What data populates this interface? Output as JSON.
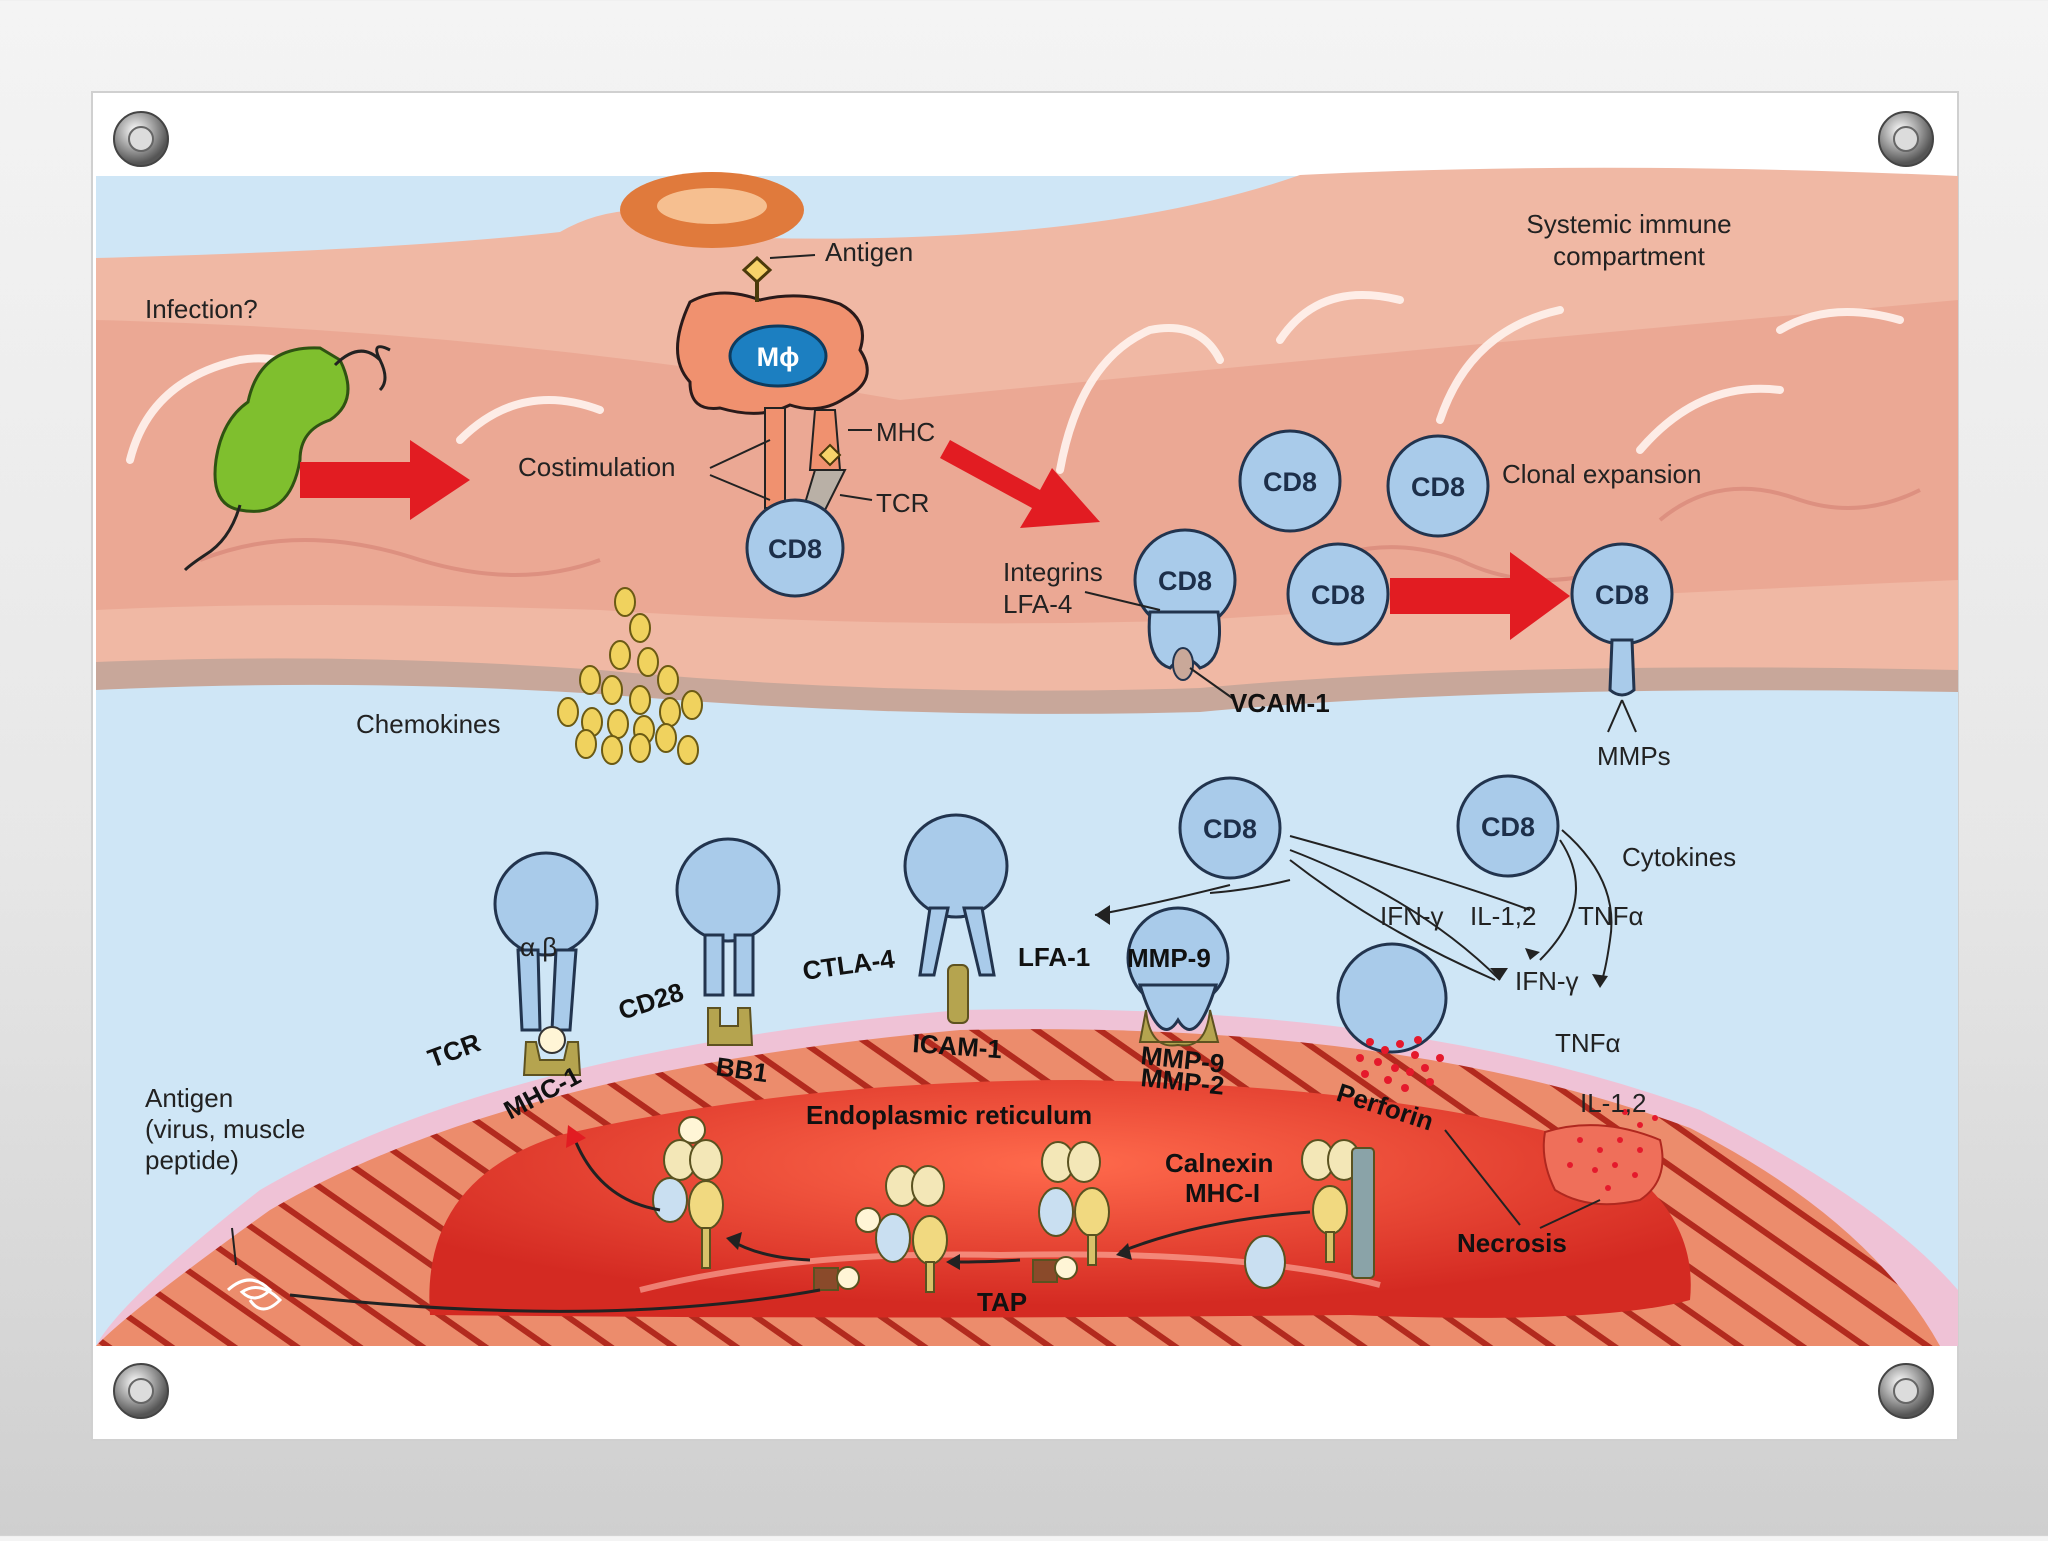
{
  "slide": {
    "colors": {
      "background": "#ececec",
      "frame": "#ffffff",
      "plasma": "#cfe6f6",
      "tissue": "#f0b8a4",
      "cell": "#a9cbea",
      "arrow": "#e21c22",
      "muscle": "#e07a58",
      "reticulum": "#e23b2f",
      "receptor": "#b5a44f"
    },
    "icons": [
      "screw-icon",
      "bacterium-icon",
      "macrophage-icon",
      "red-arrow-icon",
      "t-cell-icon",
      "chemokine-dot-icon",
      "perforin-spray-icon"
    ]
  },
  "diagram": {
    "top": {
      "infection": "Infection?",
      "antigen": "Antigen",
      "macrophage": "Mϕ",
      "mhc": "MHC",
      "tcr": "TCR",
      "costimulation": "Costimulation",
      "cd8": "CD8",
      "systemic_line1": "Systemic immune",
      "systemic_line2": "compartment",
      "clonal_expansion": "Clonal expansion",
      "integrins_line1": "Integrins",
      "integrins_line2": "LFA-4",
      "vcam": "VCAM-1",
      "chemokines": "Chemokines",
      "mmps": "MMPs"
    },
    "bottom": {
      "cytokines": "Cytokines",
      "ifn_gamma": "IFN-γ",
      "il12": "IL-1,2",
      "tnf_alpha": "TNFα",
      "tcr": "TCR",
      "alpha_beta": "α β",
      "cd28": "CD28",
      "ctla4": "CTLA-4",
      "lfa1": "LFA-1",
      "mmp9": "MMP-9",
      "bb1": "BB1",
      "icam1": "ICAM-1",
      "mmp_lig_1": "MMP-9",
      "mmp_lig_2": "MMP-2",
      "mhc1": "MHC-1",
      "perforin": "Perforin",
      "antigen_line1": "Antigen",
      "antigen_line2": "(virus, muscle",
      "antigen_line3": "peptide)",
      "er": "Endoplasmic reticulum",
      "calnexin": "Calnexin",
      "mhc_i": "MHC-I",
      "tap": "TAP",
      "necrosis": "Necrosis",
      "il12_b": "IL-1,2",
      "tnf_alpha_b": "TNFα"
    }
  }
}
